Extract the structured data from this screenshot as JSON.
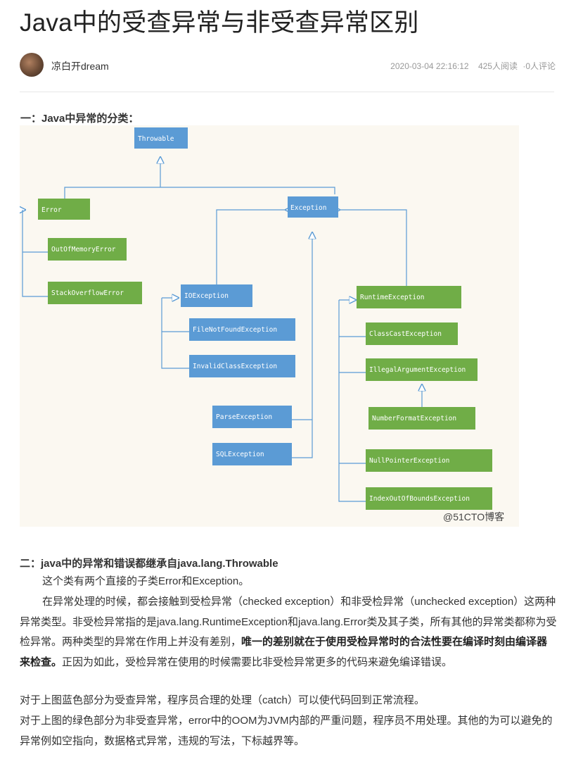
{
  "article": {
    "title": "Java中的受查异常与非受查异常区别",
    "author": "凉白开dream",
    "date": "2020-03-04 22:16:12",
    "reads": "425人阅读",
    "comments": "·0人评论"
  },
  "section1": {
    "heading": "一：Java中异常的分类："
  },
  "diagram": {
    "colors": {
      "blue": "#5b9bd5",
      "green": "#70ad47",
      "line": "#5b9bd5"
    },
    "boxes": {
      "throwable": "Throwable",
      "error": "Error",
      "oom": "OutOfMemoryError",
      "sof": "StackOverflowError",
      "exception": "Exception",
      "io": "IOException",
      "fnf": "FileNotFoundException",
      "ice": "InvalidClassException",
      "parse": "ParseException",
      "sql": "SQLException",
      "runtime": "RuntimeException",
      "cce": "ClassCastException",
      "iae": "IllegalArgumentException",
      "nfe": "NumberFormatException",
      "npe": "NullPointerException",
      "ioobe": "IndexOutOfBoundsException"
    },
    "watermark": "@51CTO博客"
  },
  "section2": {
    "heading": "二：java中的异常和错误都继承自java.lang.Throwable",
    "p1": "这个类有两个直接的子类Error和Exception。",
    "p2a": "在异常处理的时候，都会接触到受检异常（checked exception）和非受检异常（unchecked exception）这两种异常类型。非受检异常指的是java.lang.RuntimeException和java.lang.Error类及其子类，所有其他的异常类都称为受检异常。两种类型的异常在作用上并没有差别，",
    "p2b": "唯一的差别就在于使用受检异常时的合法性要在编译时刻由编译器来检查。",
    "p2c": "正因为如此，受检异常在使用的时候需要比非受检异常更多的代码来避免编译错误。",
    "p3": "对于上图蓝色部分为受查异常，程序员合理的处理（catch）可以使代码回到正常流程。",
    "p4": "对于上图的绿色部分为非受查异常，error中的OOM为JVM内部的严重问题，程序员不用处理。其他的为可以避免的异常例如空指向，数据格式异常，违规的写法，下标越界等。"
  }
}
